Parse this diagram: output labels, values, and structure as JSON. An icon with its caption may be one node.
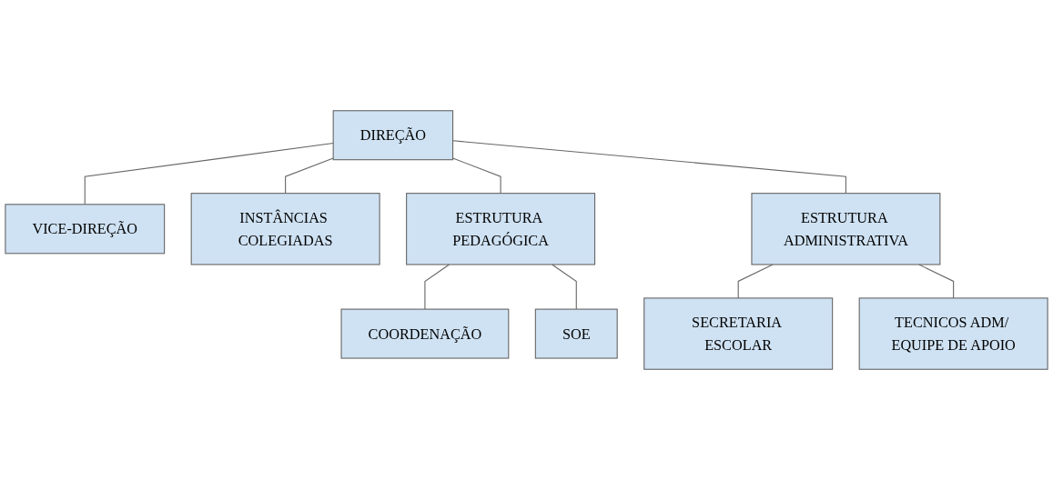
{
  "diagram": {
    "nodes": [
      {
        "text": [
          "DIREÇÃO"
        ]
      },
      {
        "text": [
          "VICE-DIREÇÃO"
        ]
      },
      {
        "text": [
          "INSTÂNCIAS COLEGIADAS"
        ]
      },
      {
        "text": [
          "ESTRUTURA PEDAGÓGICA"
        ]
      },
      {
        "text": [
          "ESTRUTURA ADMINISTRATIVA"
        ]
      },
      {
        "text": [
          "COORDENAÇÃO"
        ]
      },
      {
        "text": [
          "SOE"
        ]
      },
      {
        "text": [
          "SECRETARIA ESCOLAR"
        ]
      },
      {
        "text": [
          "TECNICOS ADM/ EQUIPE DE APOIO"
        ]
      }
    ],
    "edges": [
      {
        "from": 0,
        "to": 1,
        "arrow": "none"
      },
      {
        "from": 0,
        "to": 2,
        "arrow": "none"
      },
      {
        "from": 0,
        "to": 3,
        "arrow": "none"
      },
      {
        "from": 0,
        "to": 4,
        "arrow": "none"
      },
      {
        "from": 3,
        "to": 5,
        "arrow": "none"
      },
      {
        "from": 3,
        "to": 6,
        "arrow": "none"
      },
      {
        "from": 4,
        "to": 7,
        "arrow": "none"
      },
      {
        "from": 4,
        "to": 8,
        "arrow": "none"
      }
    ]
  }
}
